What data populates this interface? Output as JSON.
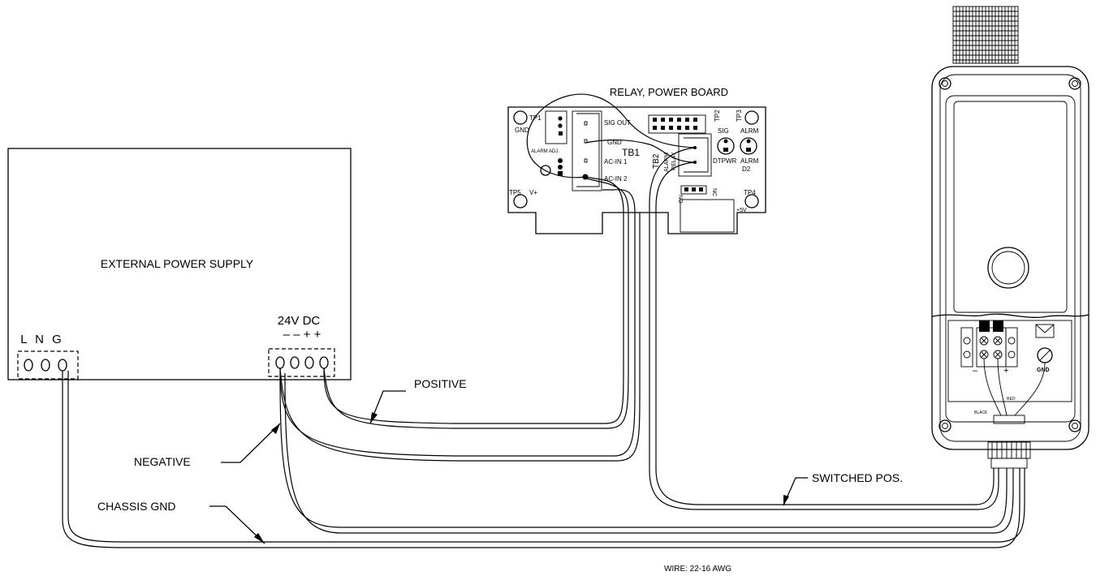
{
  "power_supply": {
    "title": "EXTERNAL POWER SUPPLY",
    "ac_terminals_label": "L N G",
    "dc_label": "24V DC",
    "dc_polarity": "– – + +"
  },
  "relay_board": {
    "title": "RELAY, POWER BOARD",
    "tp1": "TP1",
    "gnd_left": "GND",
    "alarm_adj": "ALARM ADJ.",
    "sig_out": "SIG OUT",
    "gnd": "GND",
    "tb1": "TB1",
    "ac_in1": "AC-IN 1",
    "ac_in2": "AC-IN 2",
    "tb2": "TB2",
    "alarm": "ALARM",
    "relay": "RELAY",
    "tp2": "TP2",
    "tp3": "TP3",
    "sig": "SIG",
    "alrm": "ALRM",
    "dtpwr": "DTPWR",
    "alrm2": "ALRM",
    "d2": "D2",
    "tp5": "TP5",
    "vplus": "V+",
    "no": "NO",
    "nc": "NC",
    "tp4": "TP4",
    "plus5v": "+5V"
  },
  "sensor": {
    "minus": "–",
    "plus": "+",
    "gnd": "GND",
    "black": "BLACK",
    "red": "RED"
  },
  "wire_labels": {
    "positive": "POSITIVE",
    "negative": "NEGATIVE",
    "chassis_gnd": "CHASSIS GND",
    "switched_pos": "SWITCHED POS.",
    "wire_gauge": "WIRE: 22-16 AWG"
  }
}
